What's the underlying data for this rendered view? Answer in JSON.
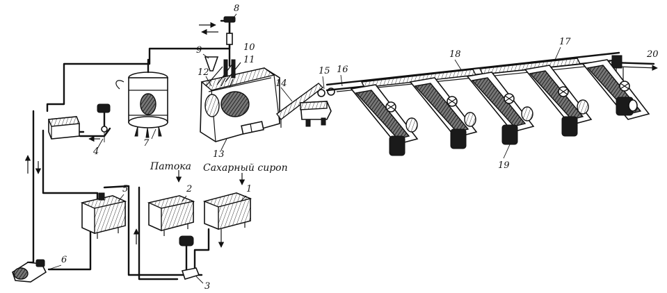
{
  "labels": {
    "molasses": "Патока",
    "syrup": "Сахарный сироп"
  },
  "numbers": {
    "n1": "1",
    "n2": "2",
    "n3": "3",
    "n4": "4",
    "n5": "5",
    "n6": "6",
    "n7": "7",
    "n8": "8",
    "n9": "9",
    "n10": "10",
    "n11": "11",
    "n12": "12",
    "n13": "13",
    "n14": "14",
    "n15": "15",
    "n16": "16",
    "n17": "17",
    "n18": "18",
    "n19": "19",
    "n20": "20"
  }
}
